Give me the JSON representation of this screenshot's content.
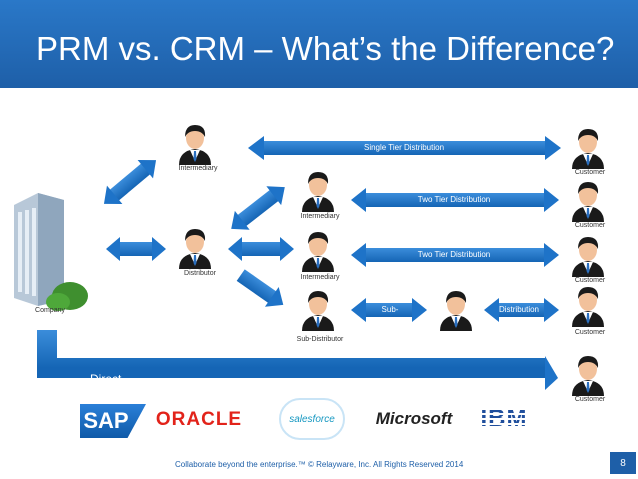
{
  "title": "PRM vs. CRM – What’s the Difference?",
  "nodes": {
    "company": "Company",
    "intermediary_top": "Intermediary",
    "distributor": "Distributor",
    "intermediary_mid": "Intermediary",
    "intermediary_low": "Intermediary",
    "sub_distributor": "Sub-Distributor",
    "customer": "Customer"
  },
  "arrows": {
    "single_tier": "Single Tier Distribution",
    "two_tier_1": "Two Tier Distribution",
    "two_tier_2": "Two Tier Distribution",
    "sub_left": "Sub-",
    "sub_right": "Distribution",
    "direct": "Direct"
  },
  "logos": {
    "sap": "SAP",
    "oracle": "ORACLE",
    "salesforce": "salesforce",
    "microsoft": "Microsoft",
    "ibm": "IBM"
  },
  "footer": "Collaborate beyond the enterprise.™   © Relayware, Inc. All Rights Reserved 2014",
  "page_number": "8",
  "colors": {
    "title_bar": "#1e5fa8",
    "arrow": "#1e73c8",
    "text_blue": "#1e5fa8"
  }
}
